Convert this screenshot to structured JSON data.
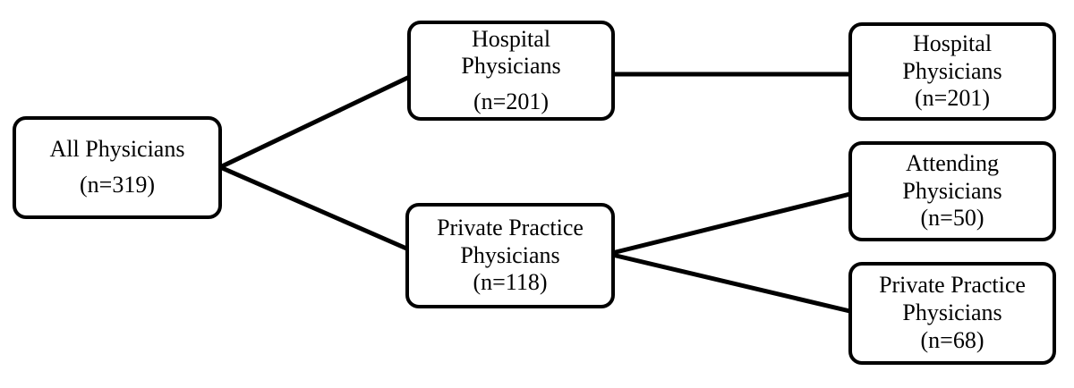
{
  "diagram": {
    "type": "flowchart",
    "background_color": "#ffffff",
    "line_color": "#000000",
    "text_color": "#000000",
    "nodes": {
      "all": {
        "label": "All Physicians",
        "count": "(n=319)"
      },
      "hospital_mid": {
        "label": "Hospital Physicians",
        "count": "(n=201)"
      },
      "private_mid": {
        "label": "Private Practice Physicians",
        "count": "(n=118)"
      },
      "hospital_right": {
        "label": "Hospital Physicians",
        "count": "(n=201)"
      },
      "attending_right": {
        "label": "Attending Physicians",
        "count": "(n=50)"
      },
      "private_right": {
        "label": "Private Practice Physicians",
        "count": "(n=68)"
      }
    },
    "edges": [
      {
        "from": "all",
        "to": "hospital_mid"
      },
      {
        "from": "all",
        "to": "private_mid"
      },
      {
        "from": "hospital_mid",
        "to": "hospital_right"
      },
      {
        "from": "private_mid",
        "to": "attending_right"
      },
      {
        "from": "private_mid",
        "to": "private_right"
      }
    ]
  }
}
